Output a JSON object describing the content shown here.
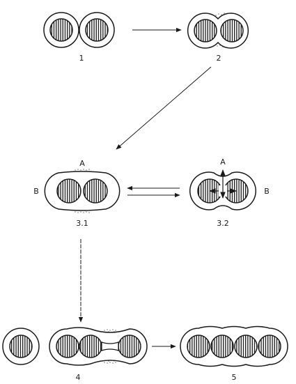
{
  "labels": {
    "stage_1": "1",
    "stage_2": "2",
    "stage_3_1": "3.1",
    "stage_3_2": "3.2",
    "stage_4": "4",
    "stage_5": "5",
    "point_a_left": "A",
    "point_b_left": "B",
    "point_a_right": "A",
    "point_b_right": "B"
  },
  "colors": {
    "ink": "#1a1a1a",
    "paper": "#ffffff",
    "stipple": "#7a7a7a"
  }
}
